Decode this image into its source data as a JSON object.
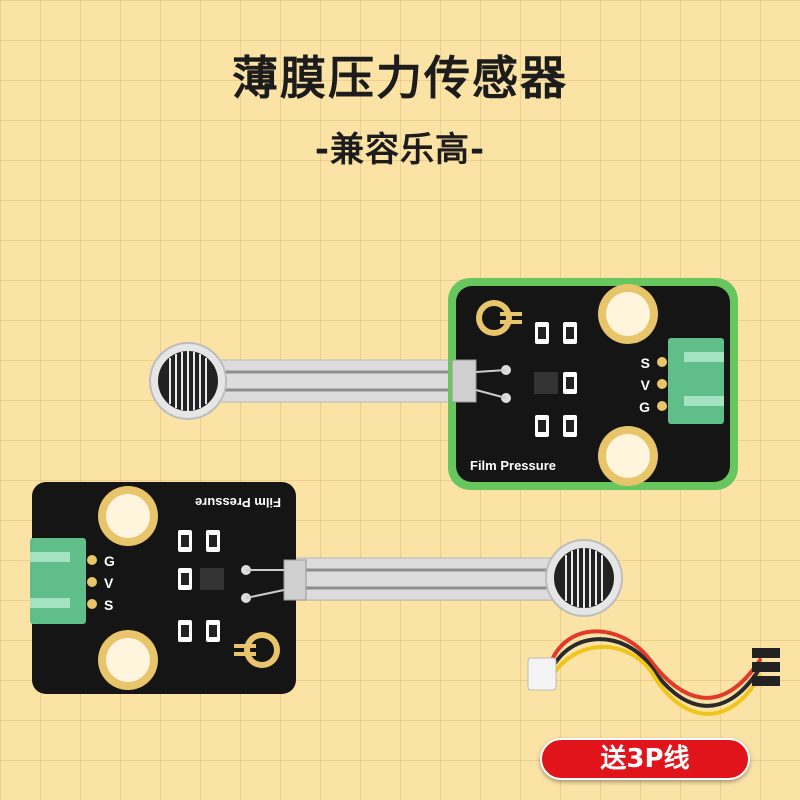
{
  "header": {
    "title": "薄膜压力传感器",
    "subtitle": "-兼容乐高-"
  },
  "module_top": {
    "label": "Film Pressure",
    "pins": [
      "S",
      "V",
      "G"
    ]
  },
  "module_bottom": {
    "label": "Film Pressure",
    "pins": [
      "G",
      "V",
      "S"
    ]
  },
  "badge": {
    "label": "送3P线"
  },
  "colors": {
    "background": "#fbe3a6",
    "pcb": "#151515",
    "frame_green": "#67c75e",
    "connector_green": "#5fbe8a",
    "gold": "#e8c56a",
    "badge_red": "#e1141b"
  }
}
